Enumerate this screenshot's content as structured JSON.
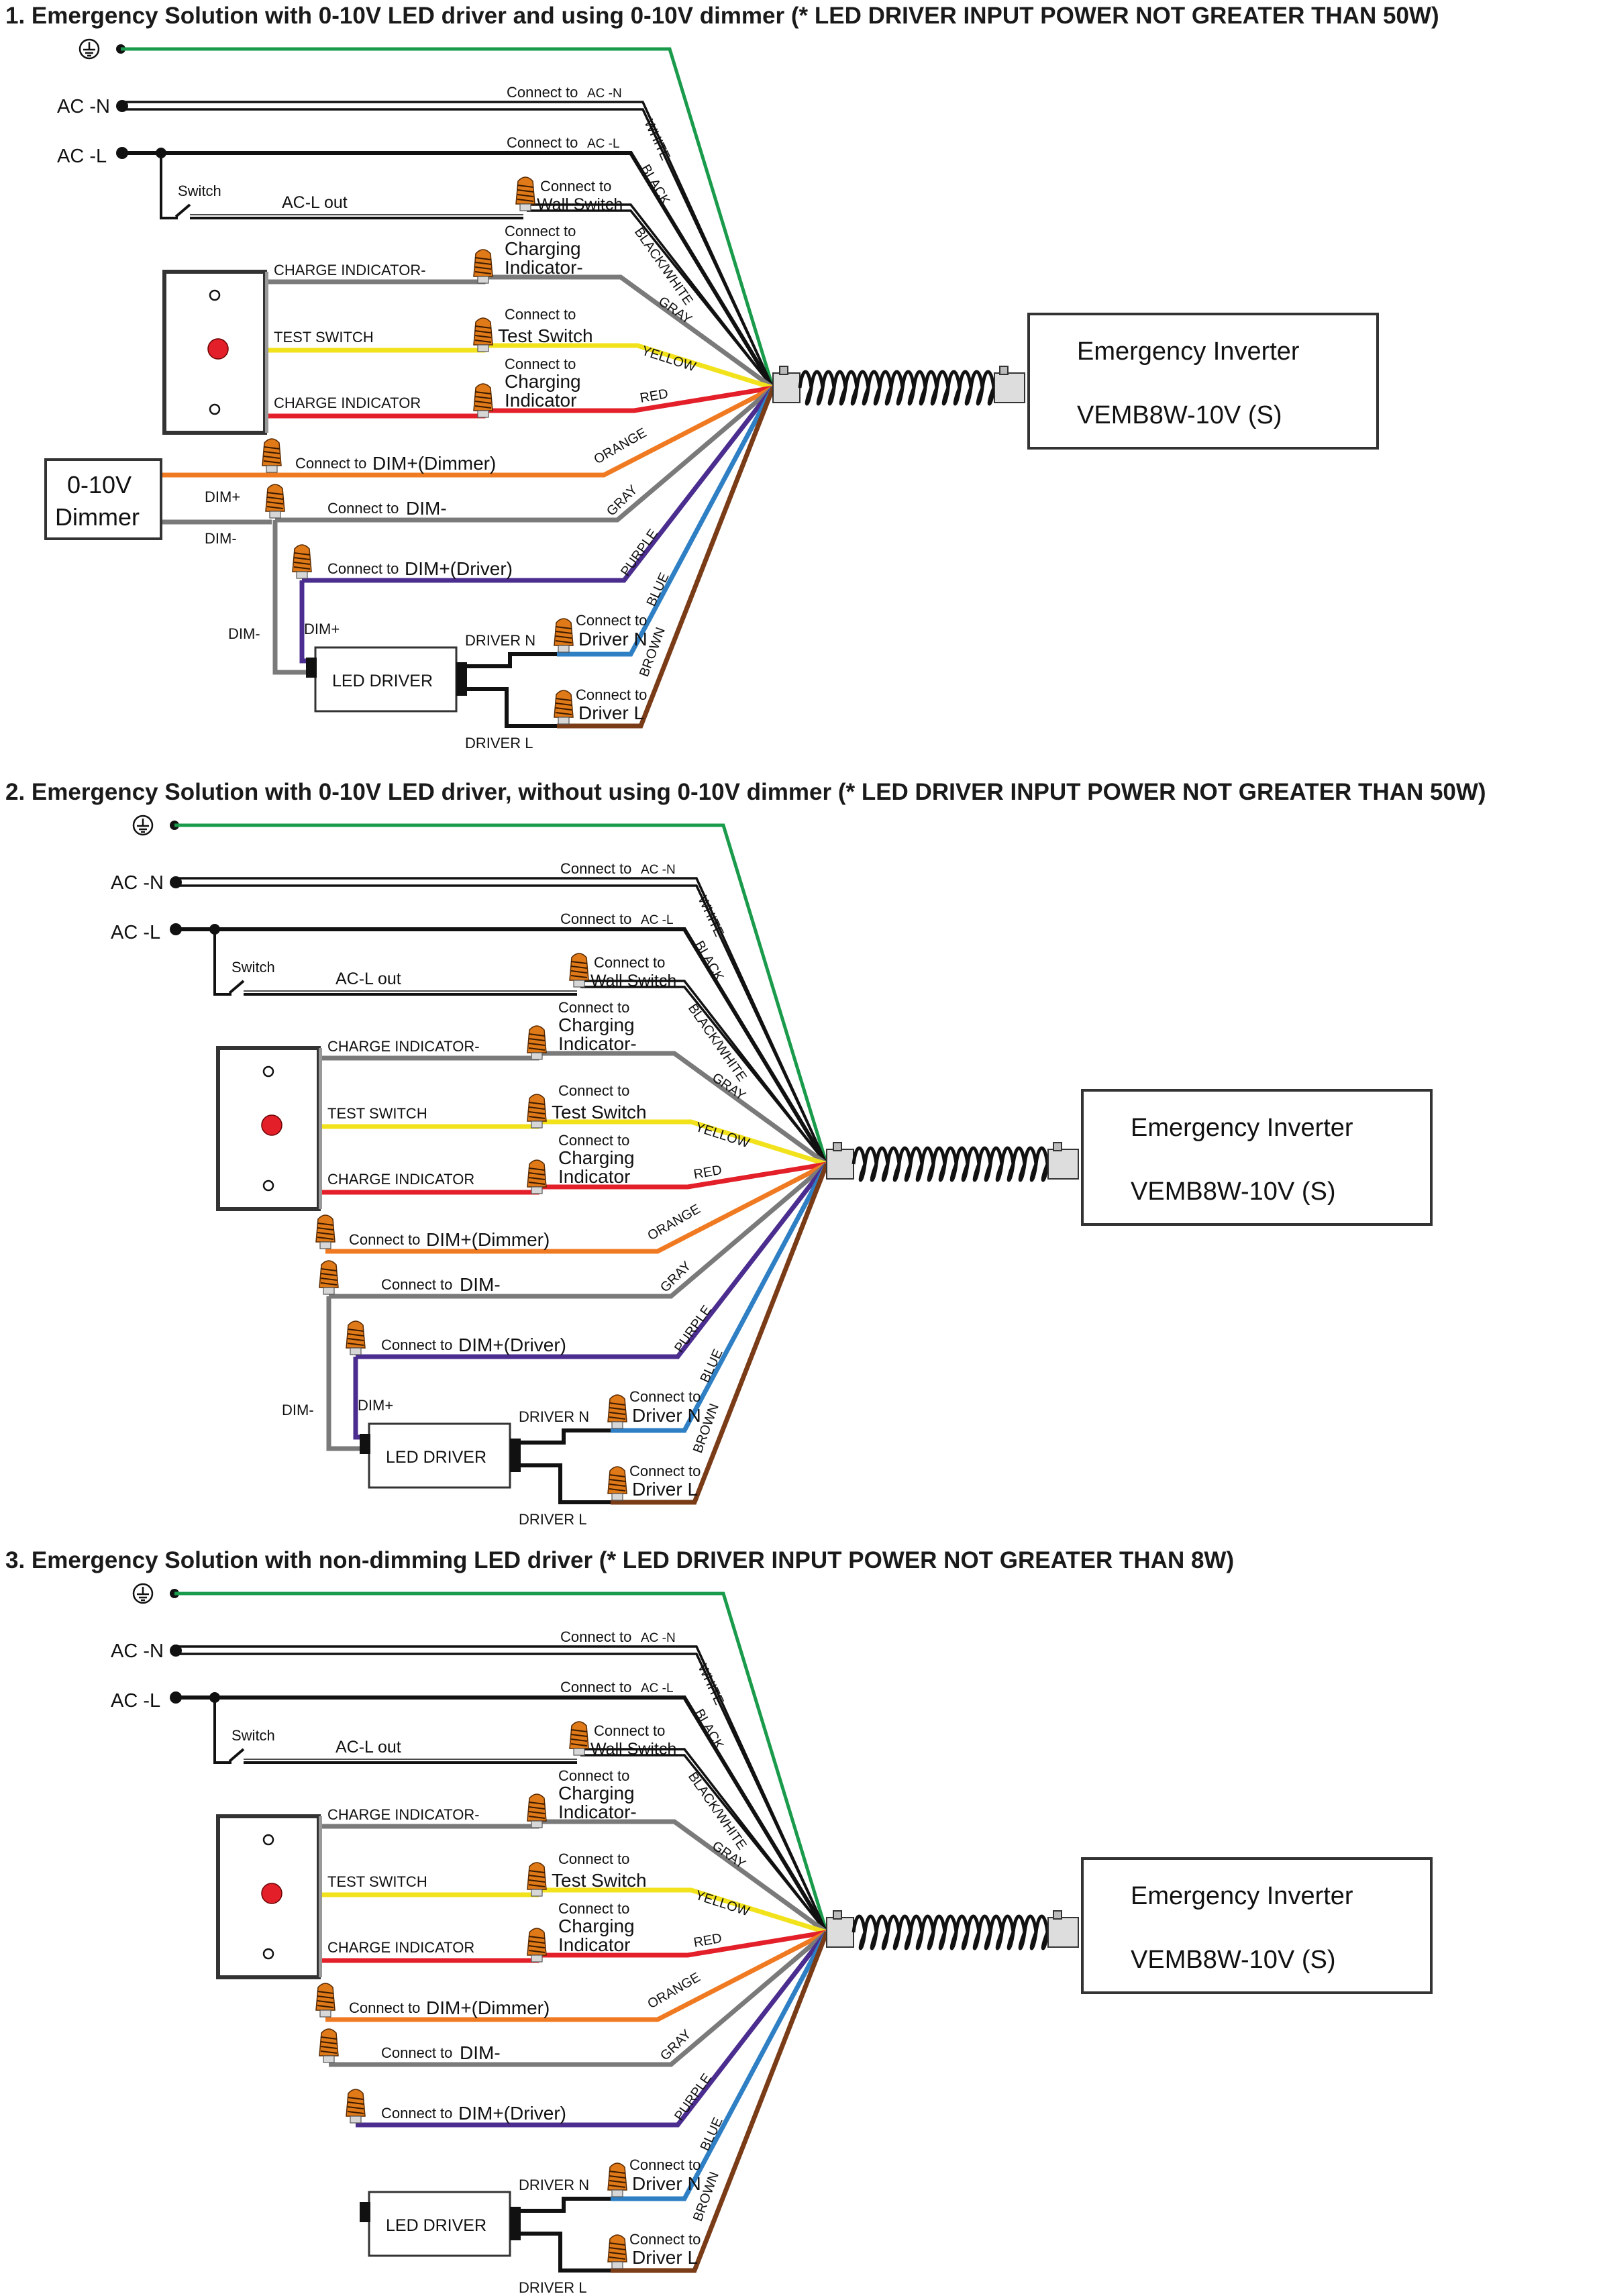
{
  "colors": {
    "green": "#1a9b4b",
    "white_wire": "#222222",
    "black": "#111111",
    "gray": "#7a7a7a",
    "yellow": "#f2e21c",
    "red": "#e3202a",
    "orange": "#f07a21",
    "purple": "#4a2d8f",
    "blue": "#2e7fc4",
    "brown": "#7a3b17",
    "nut": "#e07a18",
    "panel_dot": "#e3202a"
  },
  "diagrams": [
    {
      "title": "1. Emergency Solution with 0-10V LED driver and using 0-10V dimmer (* LED DRIVER INPUT POWER NOT GREATER THAN 50W)",
      "has_dimmer": true,
      "driver_wired": true,
      "dimmer_label_1": "0-10V",
      "dimmer_label_2": "Dimmer",
      "dim_plus_label": "DIM+",
      "dim_minus_label": "DIM-"
    },
    {
      "title": "2. Emergency Solution with 0-10V LED driver, without using 0-10V dimmer (* LED DRIVER INPUT POWER NOT GREATER THAN 50W)",
      "has_dimmer": false,
      "driver_wired": true
    },
    {
      "title": "3. Emergency Solution with non-dimming LED driver (* LED DRIVER INPUT POWER NOT GREATER THAN 8W)",
      "has_dimmer": false,
      "driver_wired": false
    }
  ],
  "labels": {
    "ac_n": "AC -N",
    "ac_l": "AC -L",
    "switch": "Switch",
    "acl_out": "AC-L out",
    "connect_to": "Connect to",
    "to_ac_n": "AC -N",
    "to_ac_l": "AC -L",
    "wall_switch": "Wall Switch",
    "charging": "Charging",
    "indicator_minus": "Indicator-",
    "indicator": "Indicator",
    "test_switch": "Test Switch",
    "charge_indicator_minus": "CHARGE    INDICATOR-",
    "test_switch_caps": "TEST    SWITCH",
    "charge_indicator": "CHARGE    INDICATOR",
    "dim_plus_dimmer": "DIM+(Dimmer)",
    "dim_minus": "DIM-",
    "dim_plus_driver": "DIM+(Driver)",
    "driver_n_to": "Driver N",
    "driver_l_to": "Driver L",
    "dim_plus": "DIM+",
    "dim_minus_short": "DIM-",
    "driver_n": "DRIVER N",
    "driver_l": "DRIVER L",
    "led_driver": "LED DRIVER",
    "inverter_name": "Emergency Inverter",
    "inverter_model": "VEMB8W-10V (S)"
  },
  "wire_names": [
    "WHITE",
    "BLACK",
    "BLACK/WHITE",
    "GRAY",
    "YELLOW",
    "RED",
    "ORANGE",
    "GRAY",
    "PURPLE",
    "BLUE",
    "BROWN"
  ],
  "ground_icon": "ground-icon",
  "nut_icon": "wire-nut-icon"
}
